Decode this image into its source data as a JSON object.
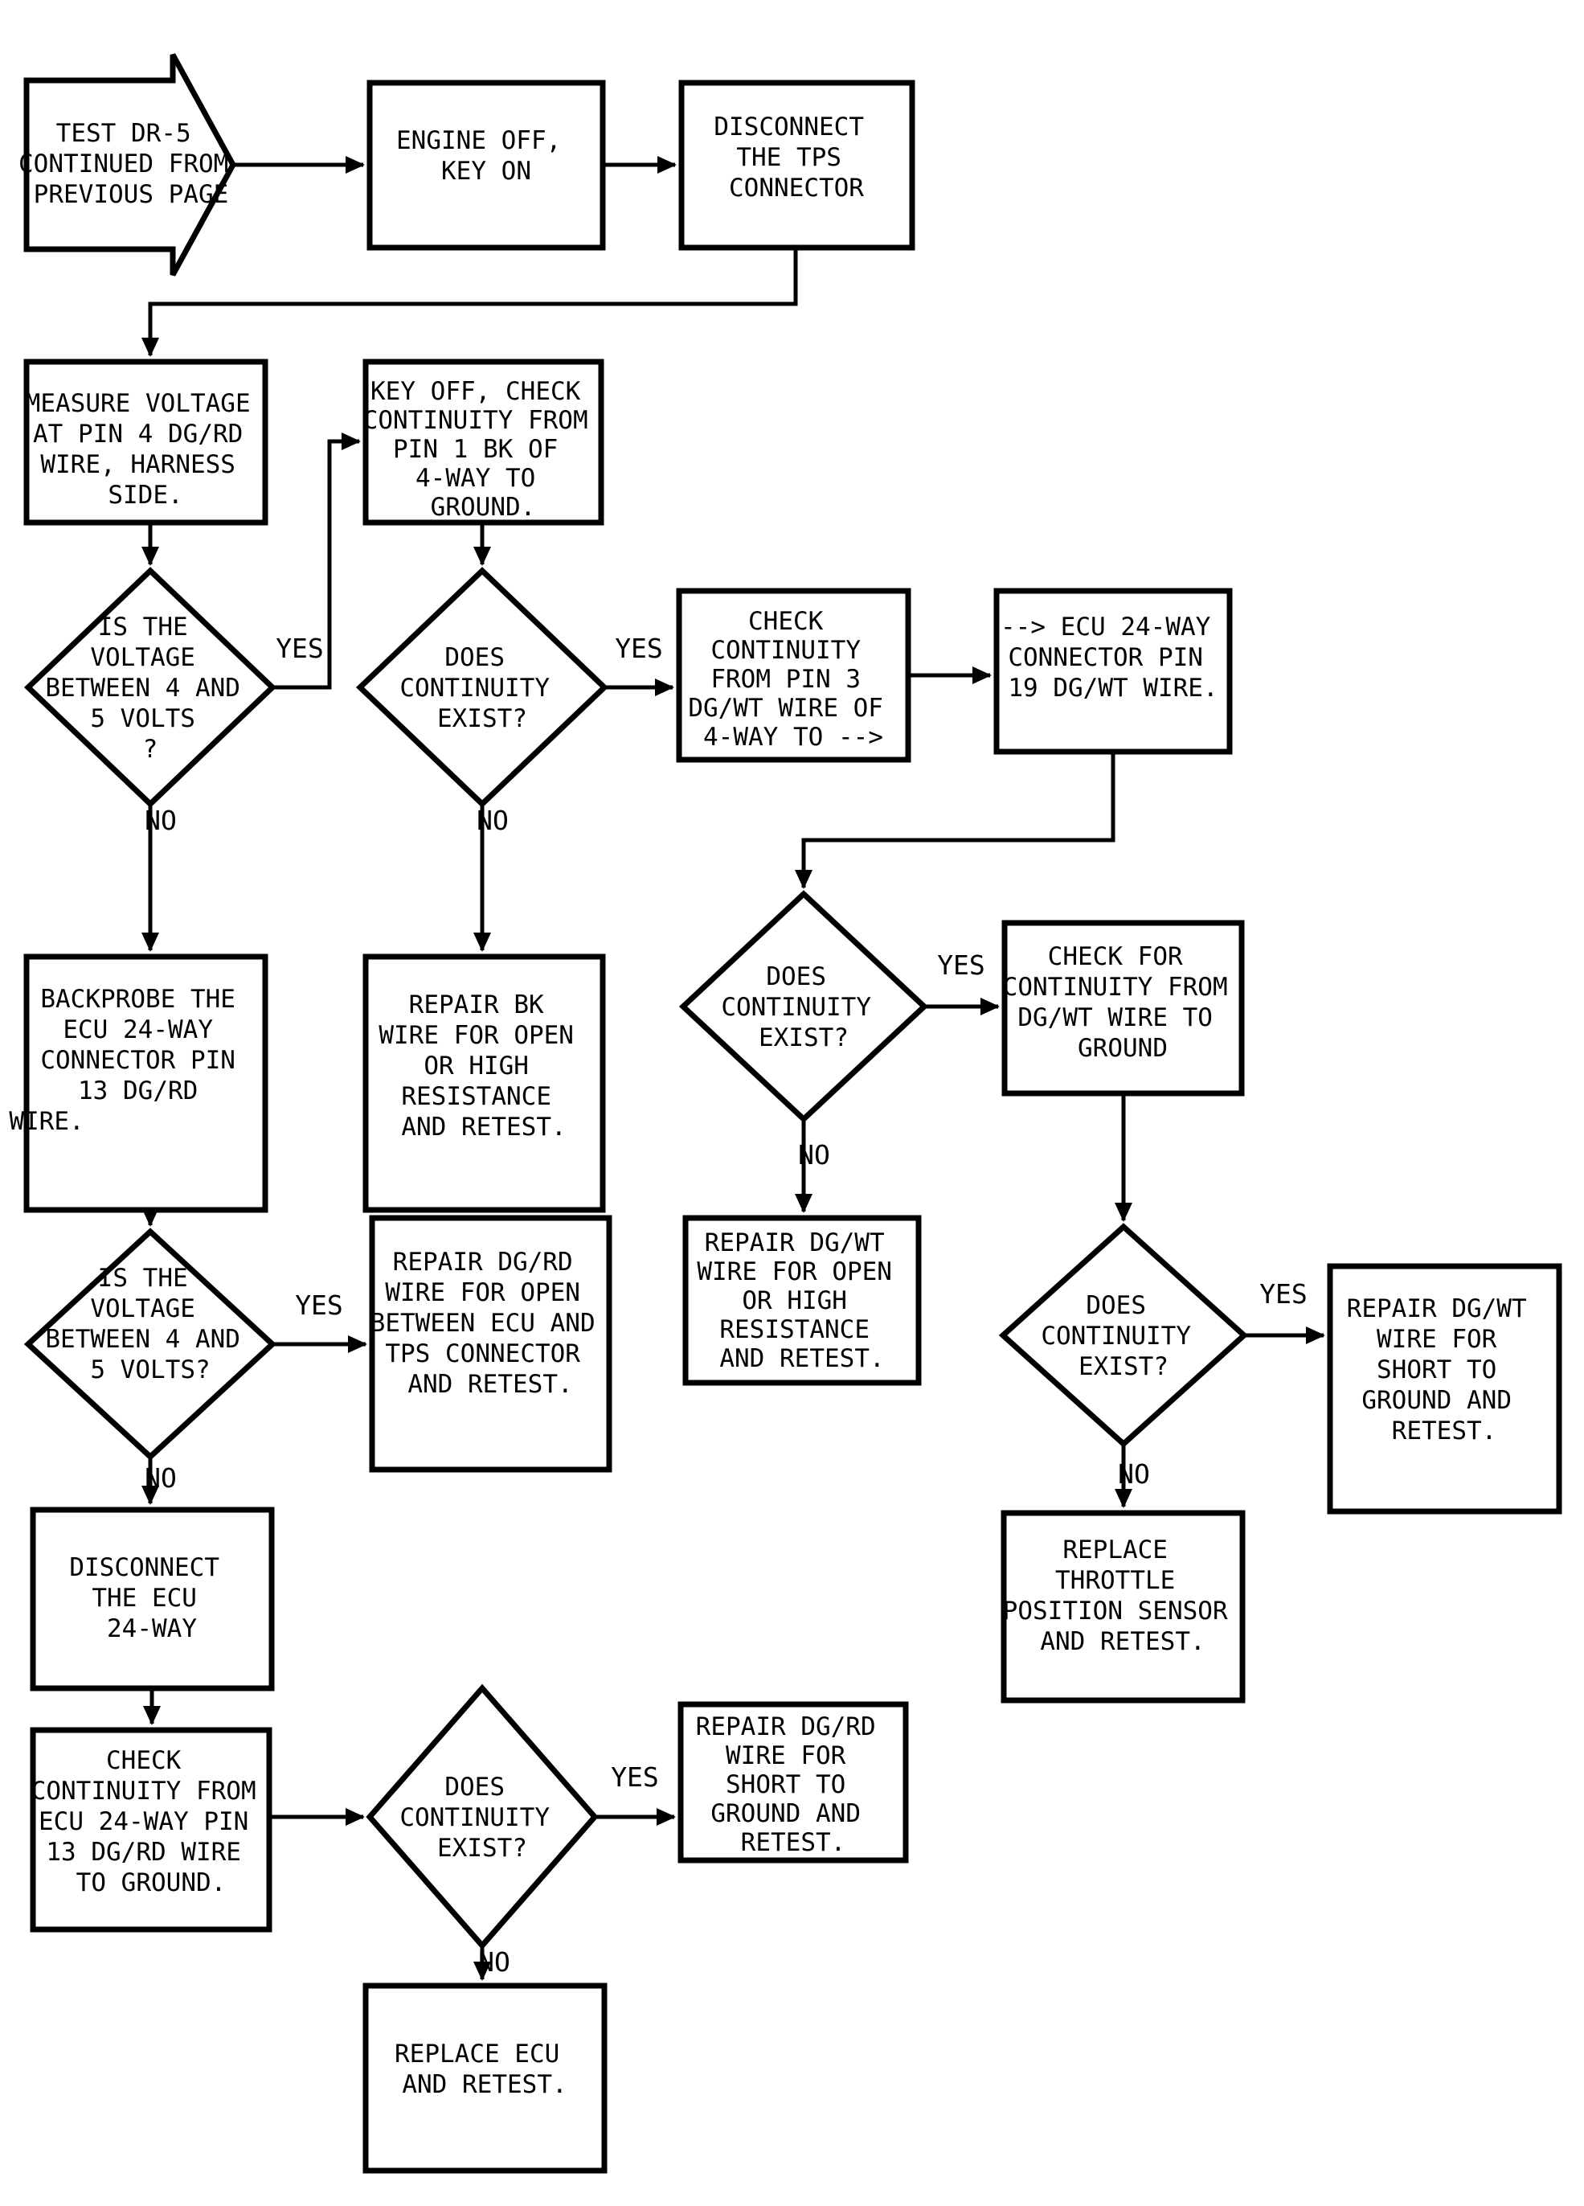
{
  "colors": {
    "ink": "#000000",
    "paper": "#ffffff"
  },
  "edge_labels": {
    "yes": "YES",
    "no": "NO"
  },
  "nodes": {
    "continuation": {
      "lines": [
        "TEST DR-5",
        "CONTINUED FROM",
        "PREVIOUS PAGE"
      ]
    },
    "engine_off": {
      "lines": [
        "ENGINE OFF,",
        "KEY ON"
      ]
    },
    "disconnect_tps": {
      "lines": [
        "DISCONNECT",
        "THE TPS",
        "CONNECTOR"
      ]
    },
    "measure_voltage": {
      "lines": [
        "MEASURE VOLTAGE",
        "AT PIN 4 DG/RD",
        "WIRE, HARNESS",
        "SIDE."
      ]
    },
    "key_off": {
      "lines": [
        "KEY OFF, CHECK",
        "CONTINUITY FROM",
        "PIN 1 BK OF",
        "4-WAY TO",
        "GROUND."
      ]
    },
    "voltage_q1": {
      "lines": [
        "IS THE",
        "VOLTAGE",
        "BETWEEN 4 AND",
        "5 VOLTS",
        "?"
      ]
    },
    "continuity_q1": {
      "lines": [
        "DOES",
        "CONTINUITY",
        "EXIST?"
      ]
    },
    "check_pin3": {
      "lines": [
        "CHECK",
        "CONTINUITY",
        "FROM PIN 3",
        "DG/WT WIRE OF",
        "4-WAY TO -->"
      ]
    },
    "ecu_pin19": {
      "lines": [
        "--> ECU 24-WAY",
        "CONNECTOR PIN",
        "19 DG/WT WIRE."
      ]
    },
    "backprobe": {
      "lines": [
        "BACKPROBE THE",
        "ECU 24-WAY",
        "CONNECTOR PIN",
        "13 DG/RD",
        "WIRE."
      ]
    },
    "repair_bk": {
      "lines": [
        "REPAIR BK",
        "WIRE FOR OPEN",
        "OR HIGH",
        "RESISTANCE",
        "AND RETEST."
      ]
    },
    "continuity_q2": {
      "lines": [
        "DOES",
        "CONTINUITY",
        "EXIST?"
      ]
    },
    "check_ground": {
      "lines": [
        "CHECK FOR",
        "CONTINUITY FROM",
        "DG/WT WIRE TO",
        "GROUND"
      ]
    },
    "voltage_q2": {
      "lines": [
        "IS THE",
        "VOLTAGE",
        "BETWEEN 4 AND",
        "5 VOLTS?"
      ]
    },
    "repair_dgrd_open": {
      "lines": [
        "REPAIR DG/RD",
        "WIRE FOR OPEN",
        "BETWEEN ECU AND",
        "TPS CONNECTOR",
        "AND RETEST."
      ]
    },
    "repair_dgwt_open": {
      "lines": [
        "REPAIR DG/WT",
        "WIRE FOR OPEN",
        "OR HIGH",
        "RESISTANCE",
        "AND RETEST."
      ]
    },
    "continuity_q3": {
      "lines": [
        "DOES",
        "CONTINUITY",
        "EXIST?"
      ]
    },
    "repair_dgwt_short": {
      "lines": [
        "REPAIR DG/WT",
        "WIRE FOR",
        "SHORT TO",
        "GROUND AND",
        "RETEST."
      ]
    },
    "replace_tps": {
      "lines": [
        "REPLACE",
        "THROTTLE",
        "POSITION SENSOR",
        "AND RETEST."
      ]
    },
    "disconnect_ecu": {
      "lines": [
        "DISCONNECT",
        "THE ECU",
        "24-WAY"
      ]
    },
    "check_ecu_pin13": {
      "lines": [
        "CHECK",
        "CONTINUITY FROM",
        "ECU 24-WAY PIN",
        "13 DG/RD WIRE",
        "TO GROUND."
      ]
    },
    "continuity_q4": {
      "lines": [
        "DOES",
        "CONTINUITY",
        "EXIST?"
      ]
    },
    "repair_dgrd_short": {
      "lines": [
        "REPAIR DG/RD",
        "WIRE FOR",
        "SHORT TO",
        "GROUND AND",
        "RETEST."
      ]
    },
    "replace_ecu": {
      "lines": [
        "REPLACE ECU",
        "AND RETEST."
      ]
    }
  }
}
